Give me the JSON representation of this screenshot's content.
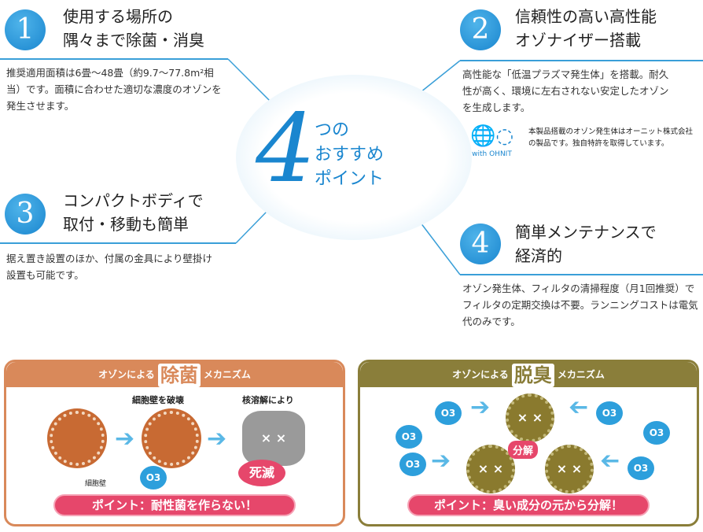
{
  "points": [
    {
      "number": "1",
      "title1": "使用する場所の",
      "title2": "隅々まで除菌・消臭",
      "body": "推奨適用面積は6畳～48畳（約9.7～77.8m²相当）です。面積に合わせた適切な濃度のオゾンを発生させます。"
    },
    {
      "number": "2",
      "title1": "信頼性の高い高性能",
      "title2": "オゾナイザー搭載",
      "body": "高性能な「低温プラズマ発生体」を搭載。耐久性が高く、環境に左右されない安定したオゾンを生成します。",
      "note": "本製品搭載のオゾン発生体はオーニット株式会社の製品です。独自特許を取得しています。",
      "logo": "with OHNIT"
    },
    {
      "number": "3",
      "title1": "コンパクトボディで",
      "title2": "取付・移動も簡単",
      "body": "据え置き設置のほか、付属の金具により壁掛け設置も可能です。"
    },
    {
      "number": "4",
      "title1": "簡単メンテナンスで",
      "title2": "経済的",
      "body": "オゾン発生体、フィルタの清掃程度（月1回推奨）でフィルタの定期交換は不要。ランニングコストは電気代のみです。"
    }
  ],
  "center": {
    "big": "4",
    "line1": "つの",
    "line2": "おすすめ",
    "line3": "ポイント"
  },
  "sterilize": {
    "prefix": "オゾンによる",
    "keyword": "除菌",
    "suffix": "メカニズム",
    "step1": "細胞壁を破壊",
    "step2": "核溶解により",
    "burst": "死滅",
    "wall_label": "細胞壁",
    "o3": "O3",
    "point": "ポイント：耐性菌を作らない！",
    "color": "#d9895a"
  },
  "deodorize": {
    "prefix": "オゾンによる",
    "keyword": "脱臭",
    "suffix": "メカニズム",
    "decompose": "分解",
    "o3": "O3",
    "point": "ポイント：臭い成分の元から分解！",
    "color": "#8a7e3a"
  }
}
